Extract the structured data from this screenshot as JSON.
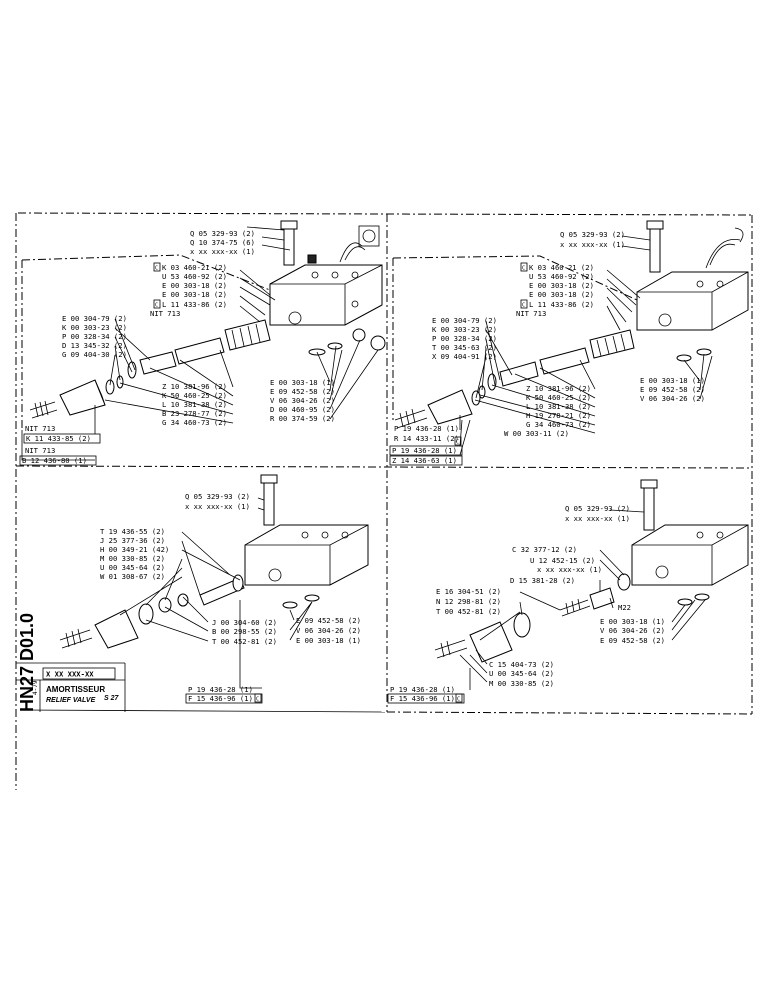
{
  "doc": {
    "code": "HN27 D01.0",
    "ref_box": "X XX XXX-XX",
    "date": "4-79",
    "title": "AMORTISSEUR",
    "subtitle": "RELIEF VALVE",
    "model": "S 27"
  },
  "top_left": {
    "top_labels": [
      "Q 05 329-93 (2)",
      "Q 10 374-75 (6)",
      "x xx xxx-xx (1)"
    ],
    "block_labels": [
      "K 03 460-21 (2)",
      "U 53 460-92 (2)",
      "E 00 303-18 (2)",
      "E 00 303-18 (2)",
      "L 11 433-86 (2)",
      "NIT 713"
    ],
    "left_labels": [
      "E 00 304-79 (2)",
      "K 00 303-23 (2)",
      "P 00 328-34 (2)",
      "D 13 345-32 (2)",
      "G 09 404-30 (2)"
    ],
    "mid_labels": [
      "Z 10 381-96 (2)",
      "K 50 460-25 (2)",
      "L 10 381-38 (2)",
      "B 23 278-77 (2)",
      "G 34 460-73 (2)"
    ],
    "right_labels": [
      "E 00 303-18 (1)",
      "E 09 452-58 (2)",
      "V 06 304-26 (2)",
      "D 00 460-95 (2)",
      "R 00 374-59 (2)"
    ],
    "bottom_labels": [
      "NIT 713",
      "K 11 433-85 (2)",
      "NIT 713",
      "B 12 436-80 (1)"
    ],
    "bottom_icons": [
      "C",
      "C"
    ]
  },
  "top_right": {
    "top_labels": [
      "Q 05 329-93 (2)",
      "x xx xxx-xx (1)"
    ],
    "block_labels": [
      "K 03 460-21 (2)",
      "U 53 460-92 (2)",
      "E 00 303-18 (2)",
      "E 00 303-18 (2)",
      "L 11 433-86 (2)",
      "NIT 713"
    ],
    "left_labels": [
      "E 00 304-79 (2)",
      "K 00 303-23 (2)",
      "P 00 328-34 (2)",
      "T 00 345-63 (2)",
      "X 09 404-91 (2)"
    ],
    "mid_labels": [
      "Z 10 381-96 (2)",
      "K 50 460-25 (2)",
      "L 10 381-38 (2)",
      "H 19 278-21 (2)",
      "G 34 460-73 (2)",
      "W 00 303-11 (2)"
    ],
    "right_labels": [
      "E 00 303-18 (1)",
      "E 09 452-58 (2)",
      "V 06 304-26 (2)"
    ],
    "bottom_labels": [
      "P 19 436-28 (1)",
      "R 14 433-11 (2)",
      "P 19 436-28 (1)",
      "Z 14 436-63 (1)"
    ],
    "bottom_icons": [
      "C",
      "C",
      "C"
    ]
  },
  "bottom_left": {
    "top_labels": [
      "Q 05 329-93 (2)",
      "x xx xxx-xx (1)"
    ],
    "left_labels": [
      "T 19 436-55 (2)",
      "J 25 377-36 (2)",
      "H 00 349-21 (42)",
      "M 00 330-85 (2)",
      "U 00 345-64 (2)",
      "W 01 308-67 (2)"
    ],
    "mid_labels": [
      "J 00 304-60 (2)",
      "B 00 298-55 (2)",
      "T 00 452-81 (2)"
    ],
    "right_labels": [
      "E 09 452-58 (2)",
      "V 06 304-26 (2)",
      "E 00 303-18 (1)"
    ],
    "bottom_labels": [
      "P 19 436-28 (1)",
      "F 15 436-96 (1)"
    ],
    "bottom_icons": [
      "C"
    ]
  },
  "bottom_right": {
    "top_labels": [
      "Q 05 329-93 (2)",
      "x xx xxx-xx (1)"
    ],
    "left_labels": [
      "C 32 377-12 (2)",
      "U 12 452-15 (2)",
      "x xx xxx-xx (1)",
      "D 15 381-28 (2)"
    ],
    "mid_labels": [
      "E 16 304-51 (2)",
      "N 12 298-81 (2)",
      "T 00 452-81 (2)",
      "M22"
    ],
    "lower_labels": [
      "C 15 404-73 (2)",
      "U 00 345-64 (2)",
      "M 00 330-85 (2)"
    ],
    "right_labels": [
      "E 00 303-18 (1)",
      "V 06 304-26 (2)",
      "E 09 452-58 (2)"
    ],
    "bottom_labels": [
      "P 19 436-28 (1)",
      "F 15 436-96 (1)"
    ],
    "bottom_icons": [
      "C"
    ]
  }
}
